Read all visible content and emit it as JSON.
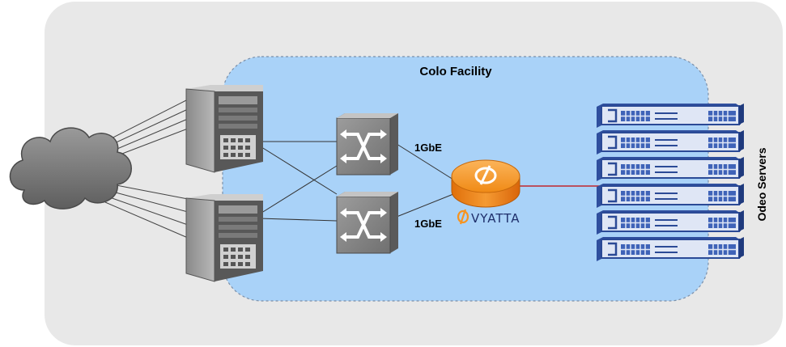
{
  "labels": {
    "colo_facility": "Colo Facility",
    "link_top": "1GbE",
    "link_bottom": "1GbE",
    "router_brand": "VYATTA",
    "servers_label": "Odeo Servers"
  },
  "icons": [
    "cloud-icon",
    "server-tower-icon",
    "network-switch-icon",
    "router-icon",
    "rack-server-icon"
  ],
  "server_count": 6,
  "colors": {
    "outer_region": "#e8e8e8",
    "colo_region": "#a9d2f8",
    "router": "#f7931e",
    "uplink": "#c0282e",
    "rack_server": "#3f63b8"
  }
}
